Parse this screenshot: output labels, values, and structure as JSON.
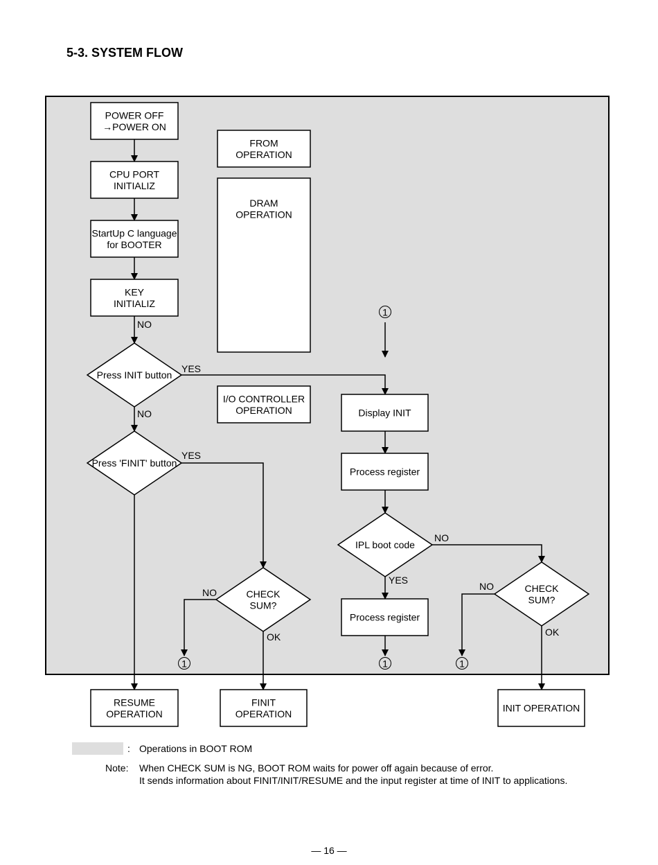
{
  "heading": "5-3. SYSTEM FLOW",
  "colors": {
    "boot_rom_fill": "#dedede",
    "box_fill": "#ffffff",
    "line": "#000000"
  },
  "boxes": {
    "power": [
      "POWER OFF",
      "→POWER ON"
    ],
    "cpu_port": [
      "CPU PORT",
      "INITIALIZ"
    ],
    "startup": [
      "StartUp C language",
      "for BOOTER"
    ],
    "key_init": [
      "KEY",
      "INITIALIZ"
    ],
    "from_op": [
      "FROM",
      "OPERATION"
    ],
    "dram_op": [
      "DRAM",
      "OPERATION"
    ],
    "io_op": [
      "I/O CONTROLLER",
      "OPERATION"
    ],
    "display_init": [
      "Display INIT"
    ],
    "process_register_1": [
      "Process register"
    ],
    "process_register_2": [
      "Process register"
    ],
    "resume_op": [
      "RESUME",
      "OPERATION"
    ],
    "finit_op": [
      "FINIT",
      "OPERATION"
    ],
    "init_op": [
      "INIT OPERATION"
    ]
  },
  "decisions": {
    "press_init": [
      "Press INIT button"
    ],
    "press_finit": [
      "Press 'FINIT' button"
    ],
    "check_sum_left": [
      "CHECK",
      "SUM?"
    ],
    "ipl_boot": [
      "IPL boot code"
    ],
    "check_sum_right": [
      "CHECK",
      "SUM?"
    ]
  },
  "labels": {
    "no": "NO",
    "yes": "YES",
    "ok": "OK",
    "connector": "1"
  },
  "legend": {
    "colon": ":",
    "text": "Operations in BOOT ROM"
  },
  "note": {
    "label": "Note:",
    "lines": [
      "When CHECK SUM is NG, BOOT ROM waits for power off again because of error.",
      "It sends information about FINIT/INIT/RESUME and the input register at time of INIT to applications."
    ]
  },
  "page_number": "— 16 —"
}
